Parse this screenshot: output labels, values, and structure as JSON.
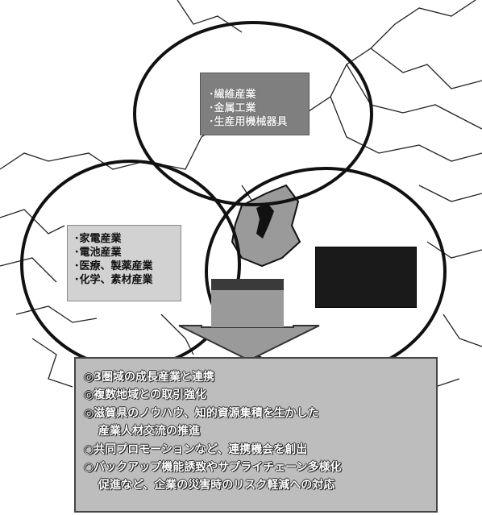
{
  "clusters": {
    "top": {
      "items": [
        "･繊維産業",
        "･金属工業",
        "･生産用機械器具"
      ]
    },
    "left": {
      "items": [
        "･家電産業",
        "･電池産業",
        "･医療、製薬産業",
        "･化学、素材産業"
      ]
    },
    "right": {
      "items": [
        "",
        "",
        ""
      ]
    }
  },
  "summary": {
    "lines": [
      "◎3圏域の成長産業と連携",
      "◎複数地域との取引強化",
      "◎滋賀県のノウハウ、知的資源集積を生かした",
      "産業人材交流の推進",
      "○共同プロモーションなど、連携機会を創出",
      "○バックアップ機能誘致やサプライチェーン多様化",
      "促進など、企業の災害時のリスク軽減への対応"
    ]
  },
  "colors": {
    "circle_stroke": "#111111",
    "top_box": "#7f7f7f",
    "left_box": "#d2d2d2",
    "right_box": "#1a1a1a",
    "summary_box": "#bdbdbd",
    "arrow": "#9a9a9a"
  }
}
